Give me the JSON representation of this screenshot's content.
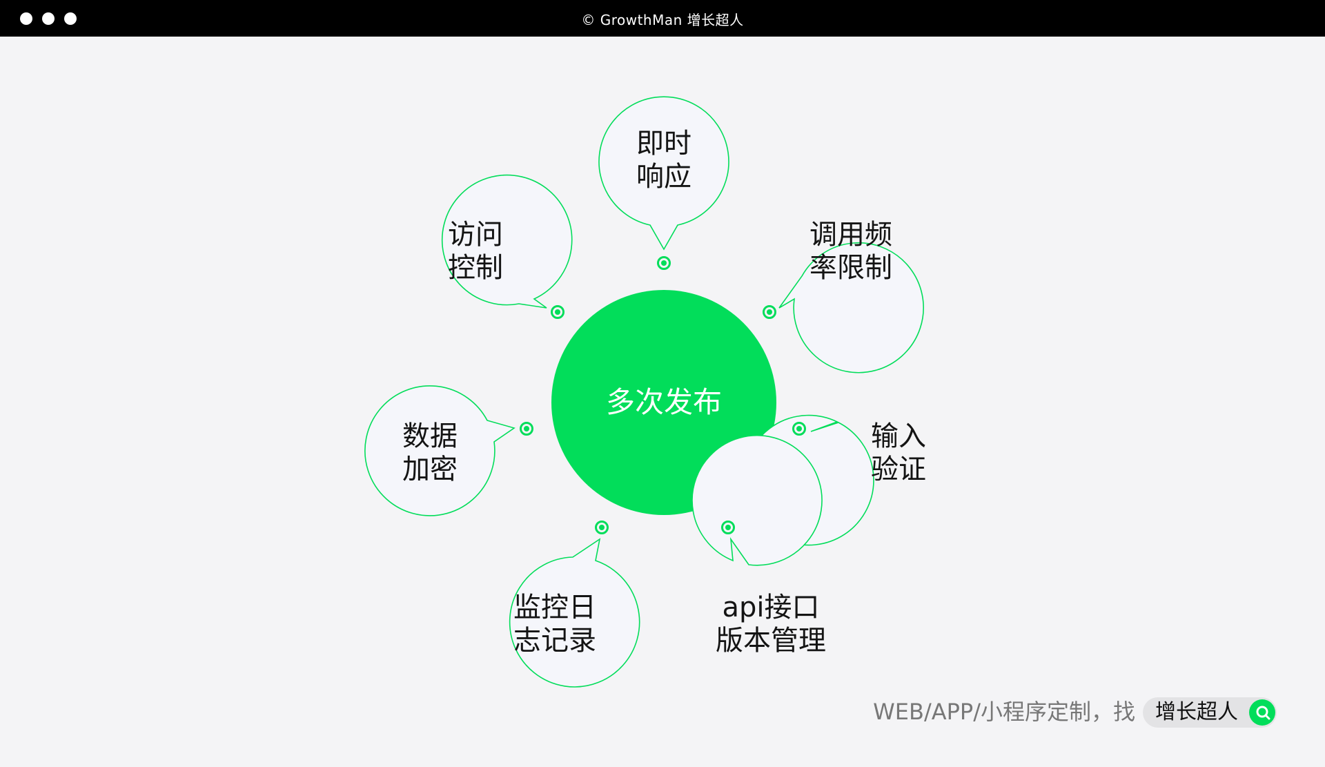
{
  "titlebar": {
    "title": "© GrowthMan 增长超人"
  },
  "diagram": {
    "center": "多次发布",
    "nodes": [
      {
        "line1": "即时",
        "line2": "响应"
      },
      {
        "line1": "调用频",
        "line2": "率限制"
      },
      {
        "line1": "输入",
        "line2": "验证"
      },
      {
        "line1": "api接口",
        "line2": "版本管理"
      },
      {
        "line1": "监控日",
        "line2": "志记录"
      },
      {
        "line1": "数据",
        "line2": "加密"
      },
      {
        "line1": "访问",
        "line2": "控制"
      }
    ]
  },
  "footer": {
    "text": "WEB/APP/小程序定制，找",
    "brand": "增长超人"
  },
  "colors": {
    "accent": "#02dd5a",
    "bubble_fill": "#f5f6fb",
    "background": "#f4f4f6"
  }
}
